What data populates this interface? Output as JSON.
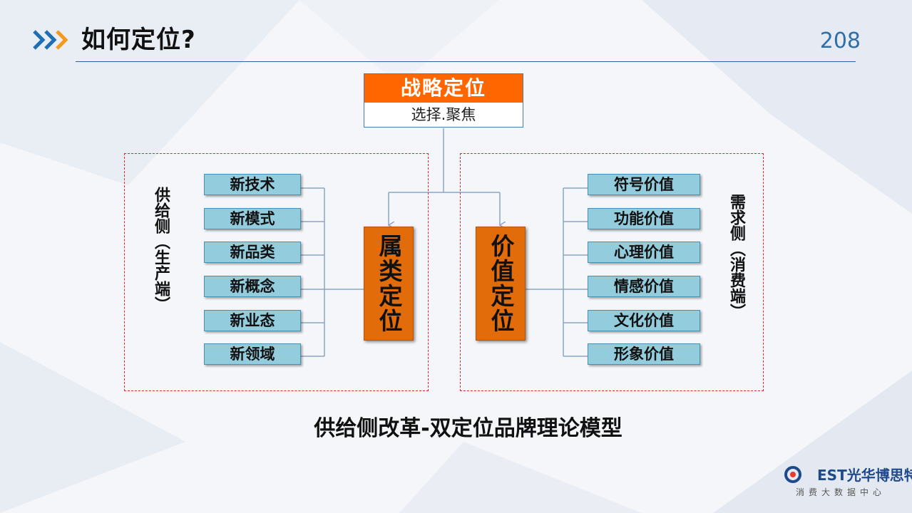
{
  "header": {
    "title": "如何定位?",
    "page_number": "208"
  },
  "strategy": {
    "title": "战略定位",
    "subtitle": "选择.聚焦"
  },
  "left": {
    "label": "供给侧（生产端）",
    "items": [
      "新技术",
      "新模式",
      "新品类",
      "新概念",
      "新业态",
      "新领域"
    ],
    "center": "属类定位"
  },
  "right": {
    "label": "需求侧（消费端）",
    "items": [
      "符号价值",
      "功能价值",
      "心理价值",
      "情感价值",
      "文化价值",
      "形象价值"
    ],
    "center": "价值定位"
  },
  "caption": "供给侧改革-双定位品牌理论模型",
  "logo": {
    "brand": "EST光华博思特",
    "tagline": "消费大数据中心"
  },
  "colors": {
    "accent_orange": "#ff6600",
    "center_orange": "#e36c0a",
    "item_blue": "#93cddd",
    "dashed_red": "#d92b2b",
    "page_number_blue": "#2f6fa7"
  }
}
